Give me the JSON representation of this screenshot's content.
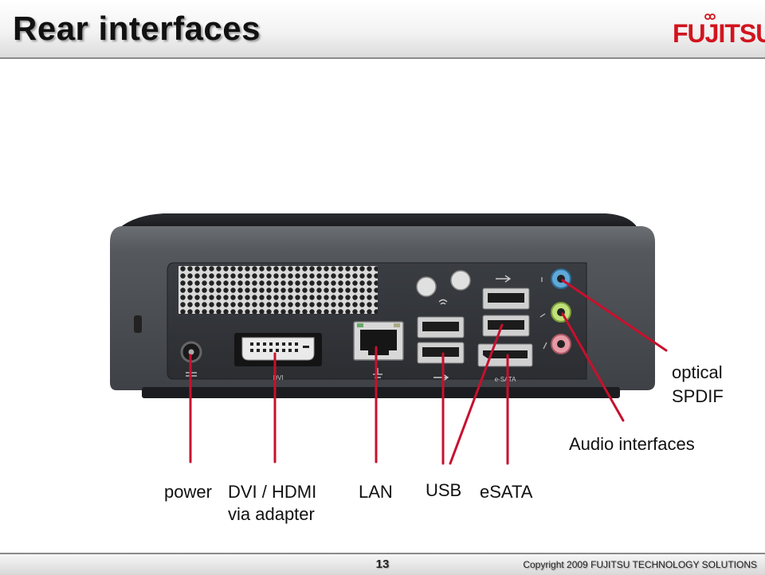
{
  "slide": {
    "title": "Rear interfaces",
    "logo": "FUJITSU",
    "page_number": "13",
    "copyright": "Copyright 2009 FUJITSU TECHNOLOGY SOLUTIONS"
  },
  "labels": {
    "power": "power",
    "dvi_line1": "DVI / HDMI",
    "dvi_line2": "via adapter",
    "lan": "LAN",
    "usb": "USB",
    "esata": "eSATA",
    "audio": "Audio interfaces",
    "optical_line1": "optical",
    "optical_line2": "SPDIF"
  },
  "device_markings": {
    "dvi": "DVI",
    "esata": "e-SATA"
  },
  "colors": {
    "pointer_line": "#c8102e",
    "brand_red": "#d2141e",
    "device_body": "#4a4d52",
    "port_panel": "#2f3236"
  }
}
